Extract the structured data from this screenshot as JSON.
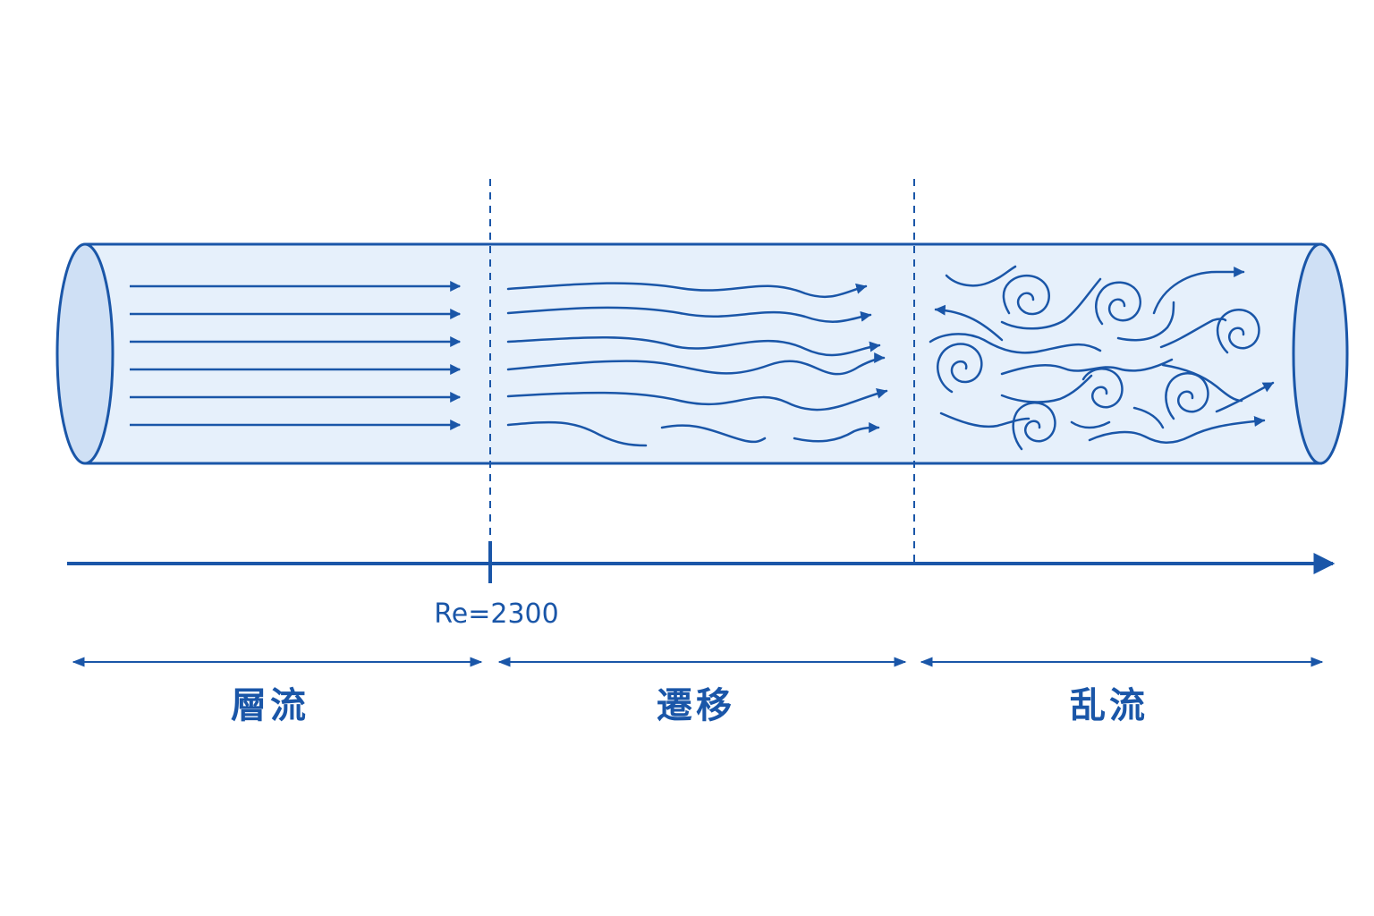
{
  "diagram": {
    "reynolds_label": "Re=2300",
    "regions": [
      {
        "key": "laminar",
        "label": "層流"
      },
      {
        "key": "transition",
        "label": "遷移"
      },
      {
        "key": "turbulent",
        "label": "乱流"
      }
    ]
  },
  "colors": {
    "primary": "#1a56a8",
    "pipe_fill": "#e6f0fb",
    "pipe_end_fill": "#cfe0f5"
  }
}
